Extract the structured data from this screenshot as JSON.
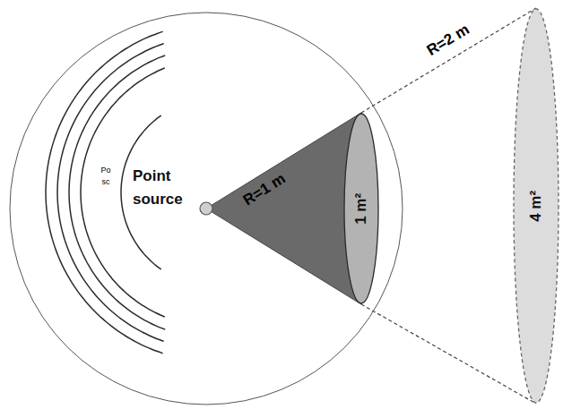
{
  "diagram": {
    "nodes": [
      {
        "text": [
          "Point source"
        ]
      },
      {
        "text": [
          "1 m²"
        ]
      },
      {
        "text": [
          "4 m²"
        ]
      }
    ],
    "labels": [
      "Po",
      "sc",
      "R=1 m",
      "R=2 m"
    ]
  }
}
